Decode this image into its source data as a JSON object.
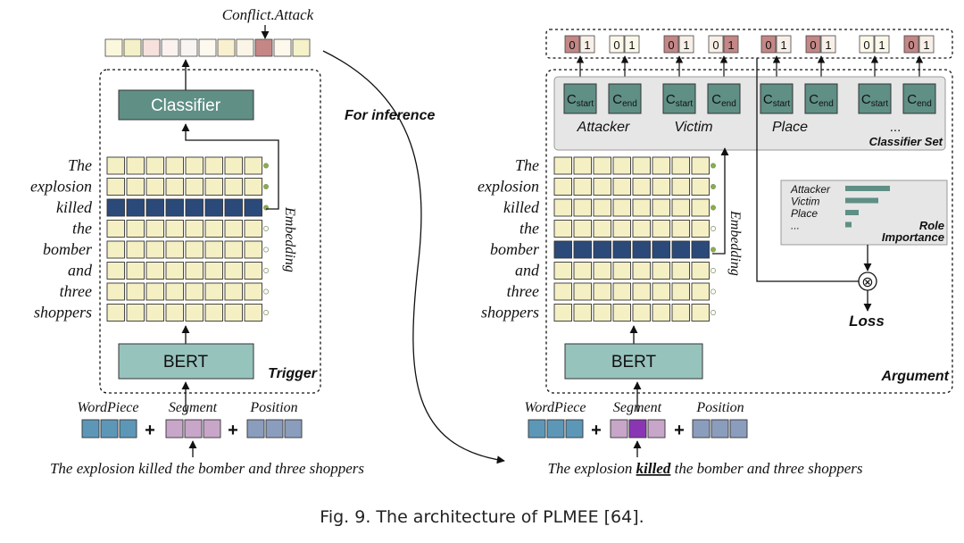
{
  "colors": {
    "token_cell": "#f5f0c4",
    "token_highlight": "#2b4a7a",
    "classifier": "#5f8f85",
    "bert": "#97c3bd",
    "wordpiece": "#5d97b8",
    "segment": "#c7a6c9",
    "segment_highlight": "#8a36b4",
    "position": "#8b9dbd",
    "output_red": "#c48786",
    "output_pink": "#f3dcd7",
    "classifier_set_bg": "#e6e6e6",
    "role_bar": "#5f8f85"
  },
  "trigger": {
    "top_label": "Conflict.Attack",
    "classifier_label": "Classifier",
    "bert_label": "BERT",
    "panel_label": "Trigger",
    "embedding_label": "Embedding",
    "tokens": [
      "The",
      "explosion",
      "killed",
      "the",
      "bomber",
      "and",
      "three",
      "shoppers"
    ],
    "highlight_row": 2,
    "output_cells": [
      "#fbf7dd",
      "#f4f1c8",
      "#f6e1dc",
      "#fbf2ef",
      "#f7f4f2",
      "#fdf9ee",
      "#f8f0cf",
      "#fbf5e7",
      "#c48786",
      "#fcf9ec",
      "#f5f1c9"
    ],
    "input_labels": {
      "wordpiece": "WordPiece",
      "segment": "Segment",
      "position": "Position"
    },
    "plus": "+",
    "sentence": "The explosion killed the bomber and three shoppers"
  },
  "inference_label": "For inference",
  "argument": {
    "panel_label": "Argument",
    "bert_label": "BERT",
    "embedding_label": "Embedding",
    "tokens": [
      "The",
      "explosion",
      "killed",
      "the",
      "bomber",
      "and",
      "three",
      "shoppers"
    ],
    "highlight_row": 4,
    "output_pairs": [
      {
        "a": "0",
        "b": "1",
        "hot": "a"
      },
      {
        "a": "0",
        "b": "1",
        "hot": "none"
      },
      {
        "a": "0",
        "b": "1",
        "hot": "a"
      },
      {
        "a": "0",
        "b": "1",
        "hot": "b"
      },
      {
        "a": "0",
        "b": "1",
        "hot": "a"
      },
      {
        "a": "0",
        "b": "1",
        "hot": "a"
      },
      {
        "a": "0",
        "b": "1",
        "hot": "none"
      },
      {
        "a": "0",
        "b": "1",
        "hot": "a"
      }
    ],
    "classifier_prefix": "C",
    "classifier_sub_start": "start",
    "classifier_sub_end": "end",
    "roles": [
      "Attacker",
      "Victim",
      "Place"
    ],
    "ellipsis": "...",
    "classifier_set_label": "Classifier Set",
    "role_importance": {
      "title_line1": "Role",
      "title_line2": "Importance",
      "items": [
        {
          "label": "Attacker",
          "value": 1.0
        },
        {
          "label": "Victim",
          "value": 0.74
        },
        {
          "label": "Place",
          "value": 0.3
        },
        {
          "label": "...",
          "value": 0.14
        }
      ]
    },
    "otimes": "⊗",
    "loss_label": "Loss",
    "input_labels": {
      "wordpiece": "WordPiece",
      "segment": "Segment",
      "position": "Position"
    },
    "plus": "+",
    "sentence_before": "The explosion ",
    "sentence_trigger": "killed",
    "sentence_after": " the bomber and three shoppers"
  },
  "caption": "Fig. 9.  The architecture of PLMEE [64]."
}
